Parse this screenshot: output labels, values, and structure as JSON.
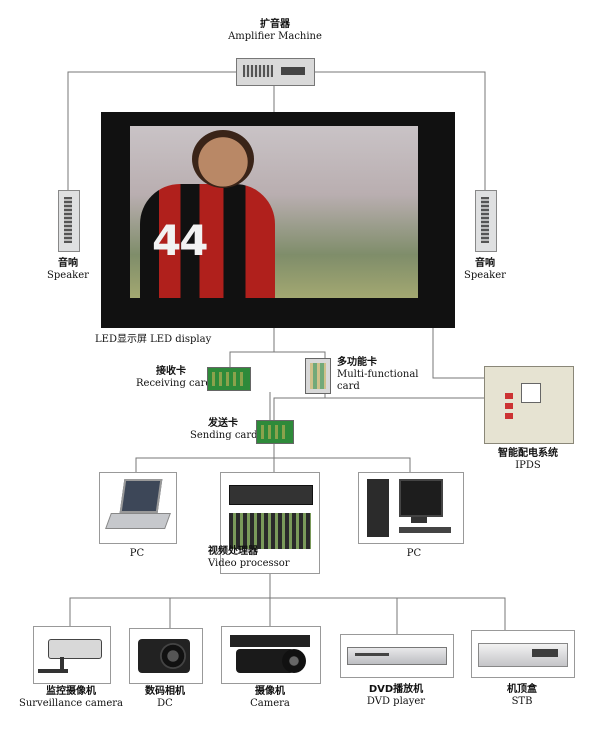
{
  "amplifier": {
    "cn": "扩音器",
    "en": "Amplifier Machine"
  },
  "led_display": {
    "label": "LED显示屏 LED display"
  },
  "screen_content": {
    "jersey_number": "44"
  },
  "speaker_left": {
    "cn": "音响",
    "en": "Speaker"
  },
  "speaker_right": {
    "cn": "音响",
    "en": "Speaker"
  },
  "receiving_card": {
    "cn": "接收卡",
    "en": "Receiving card"
  },
  "multi_card": {
    "cn": "多功能卡",
    "en1": "Multi-functional",
    "en2": "card"
  },
  "ipds": {
    "cn": "智能配电系统",
    "en": "IPDS"
  },
  "sending_card": {
    "cn": "发送卡",
    "en": "Sending card"
  },
  "pc_left": {
    "en": "PC"
  },
  "pc_right": {
    "en": "PC"
  },
  "video_processor": {
    "cn": "视频处理器",
    "en": "Video processor"
  },
  "sources": [
    {
      "cn": "监控摄像机",
      "en": "Surveillance camera"
    },
    {
      "cn": "数码相机",
      "en": "DC"
    },
    {
      "cn": "摄像机",
      "en": "Camera"
    },
    {
      "cn": "DVD播放机",
      "en": "DVD player"
    },
    {
      "cn": "机顶盒",
      "en": "STB"
    }
  ]
}
